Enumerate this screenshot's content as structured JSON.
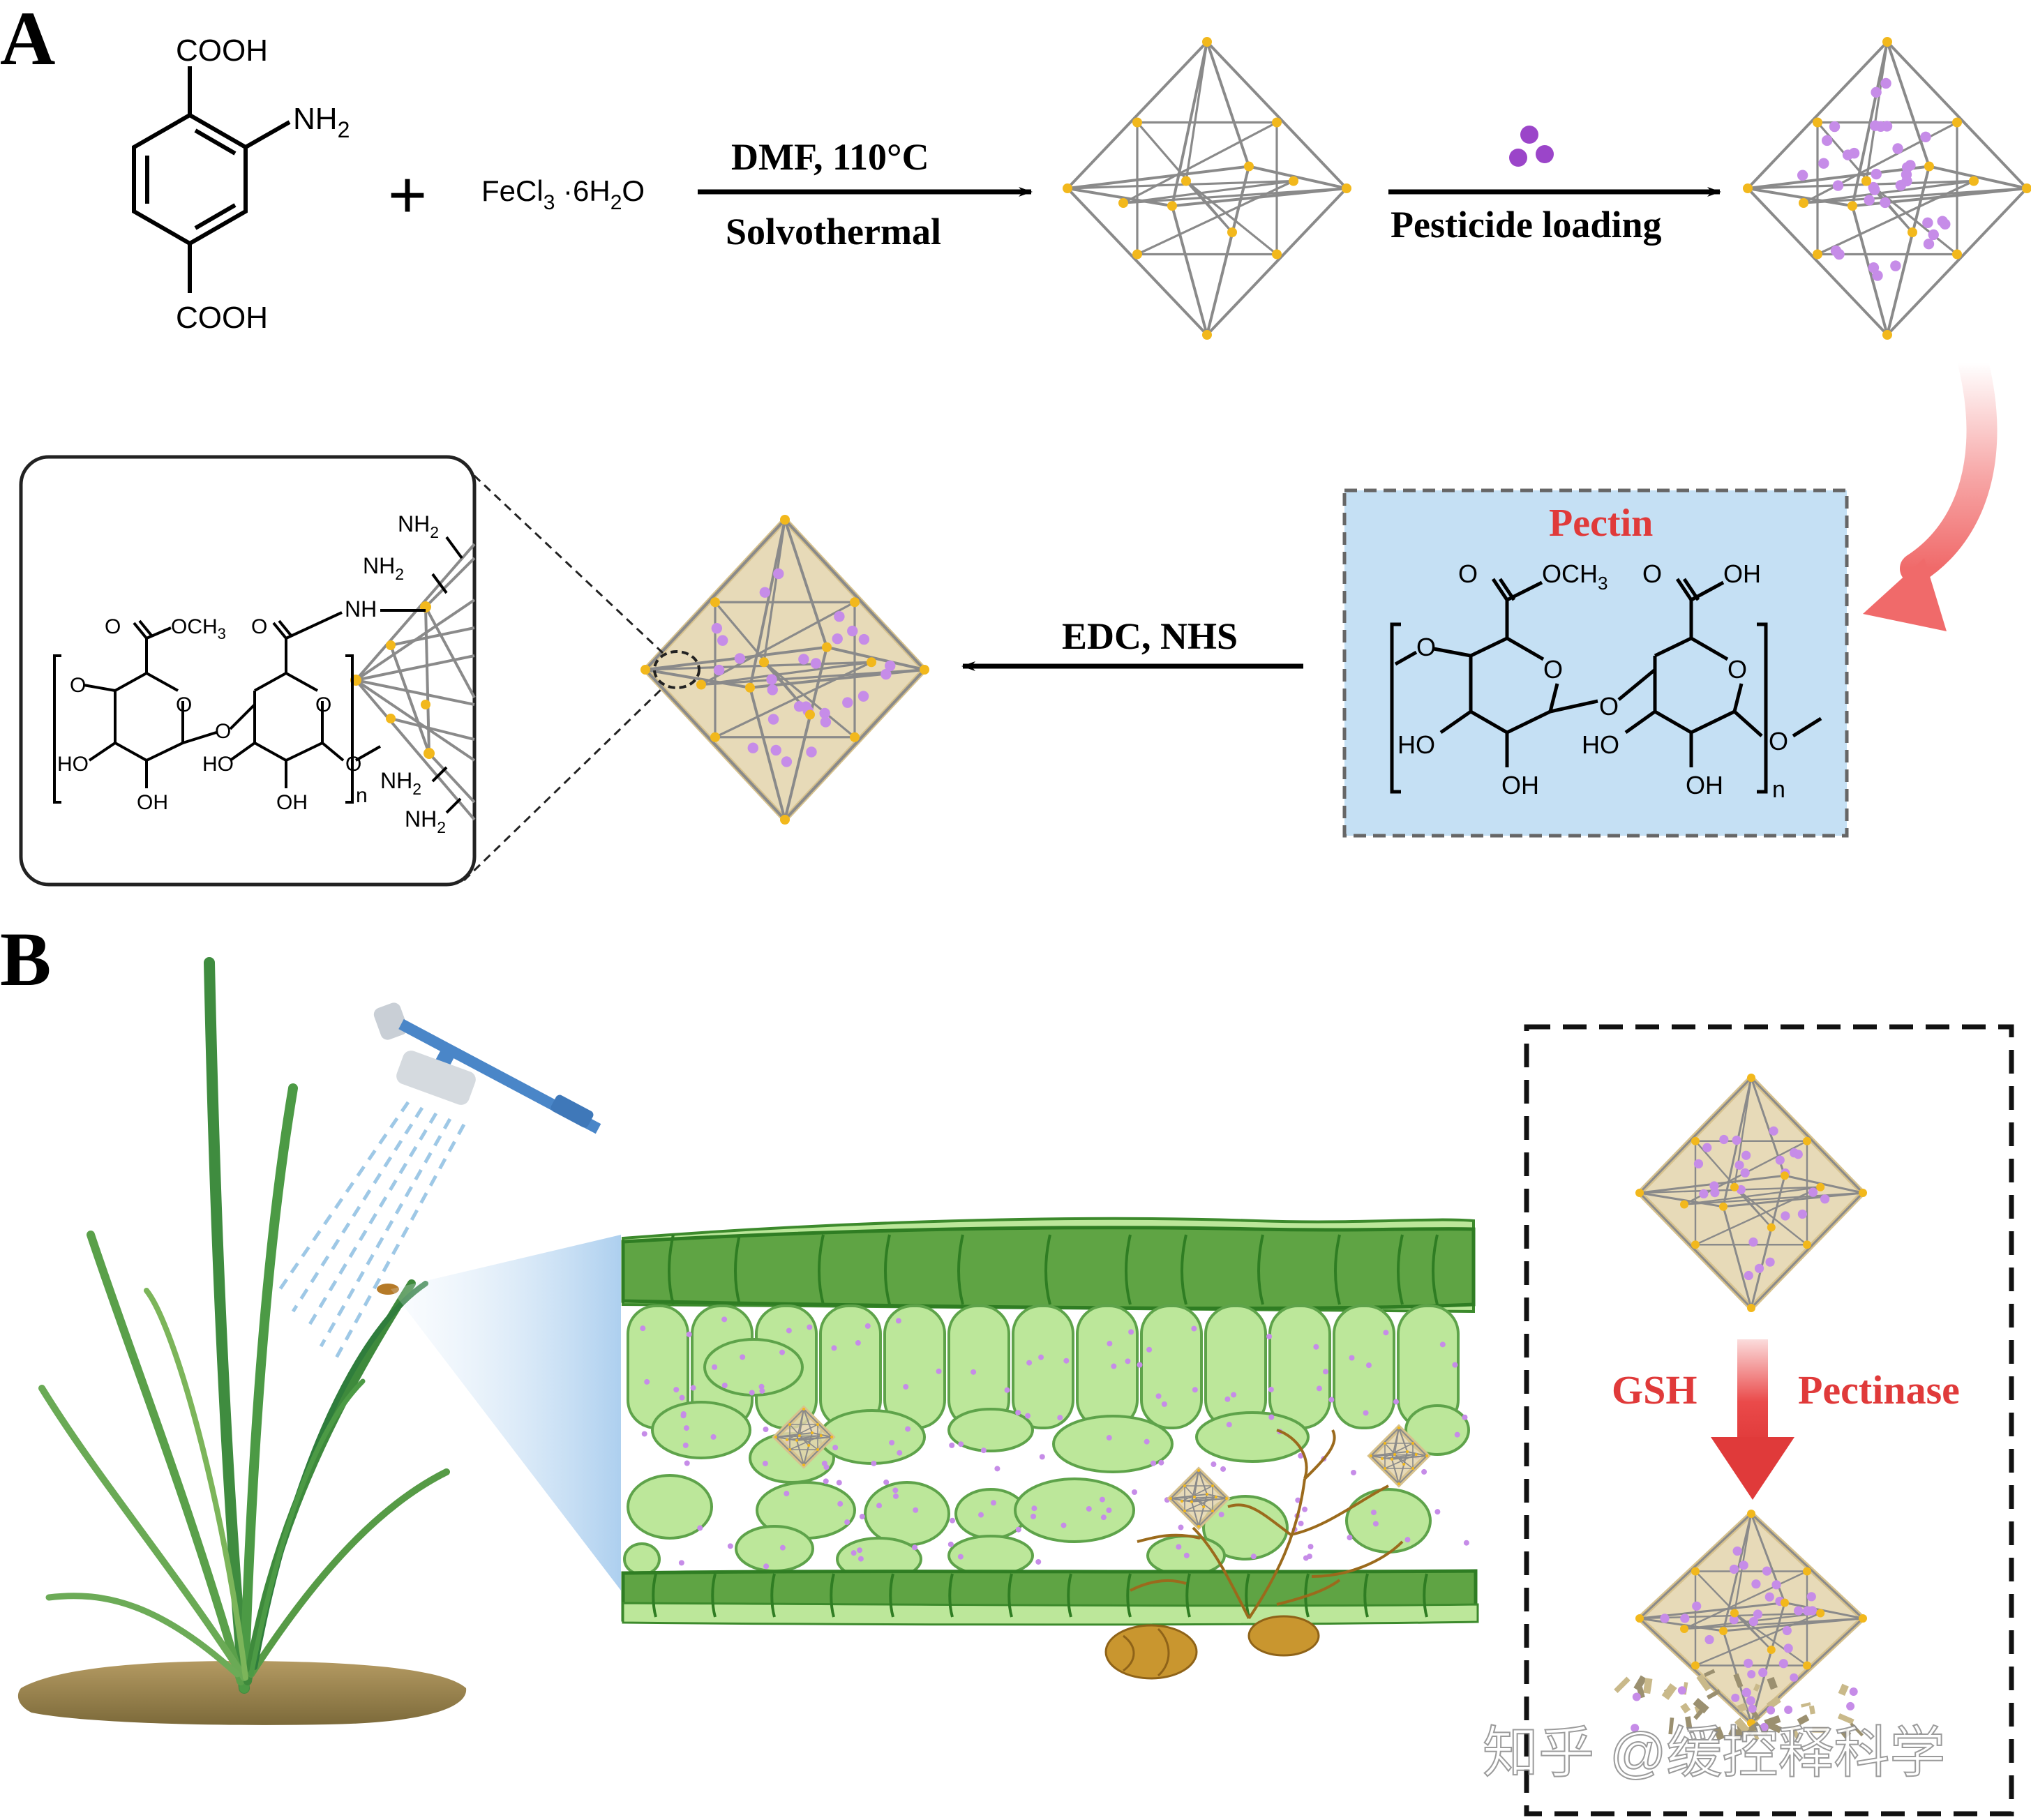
{
  "panel_a": {
    "label": "A",
    "reactant": {
      "cooh_top": "COOH",
      "nh2": "NH",
      "nh2_sub": "2",
      "cooh_bottom": "COOH"
    },
    "plus": "+",
    "fecl3": {
      "pre": "FeCl",
      "sub1": "3",
      "mid": " ·6H",
      "sub2": "2",
      "post": "O"
    },
    "step1": {
      "top": "DMF, 110°C",
      "bottom": "Solvothermal"
    },
    "step2": {
      "label": "Pesticide loading"
    },
    "pectin_box": {
      "title": "Pectin",
      "och3": "OCH",
      "och3_sub": "3",
      "oh_acid": "OH",
      "ring_o1": "O",
      "ring_o2": "O",
      "link_o": "O",
      "end_o_left": "O",
      "end_o_right": "O",
      "carbonyl_o1": "O",
      "carbonyl_o2": "O",
      "ho1": "HO",
      "ho2": "HO",
      "oh1": "OH",
      "oh2": "OH",
      "n": "n"
    },
    "step3": {
      "label": "EDC, NHS"
    },
    "zoom_box": {
      "och3": "OCH",
      "och3_sub": "3",
      "nh": "NH",
      "nh2": "NH",
      "nh2_sub": "2",
      "ho1": "HO",
      "ho2": "HO",
      "oh1": "OH",
      "oh2": "OH",
      "o": "O",
      "n": "n"
    }
  },
  "panel_b": {
    "label": "B",
    "stimuli": {
      "left": "GSH",
      "right": "Pectinase"
    },
    "watermark": "知乎 @缓控释科学"
  },
  "colors": {
    "red": "#e03a3a",
    "pectin_bg": "#c5e0f4",
    "leaf_dark": "#5fa444",
    "leaf_light": "#bce79a",
    "node": "#f2b81c",
    "frame": "#8a8a8a",
    "payload": "#c68ce8",
    "shell": "#e3d3ab"
  }
}
